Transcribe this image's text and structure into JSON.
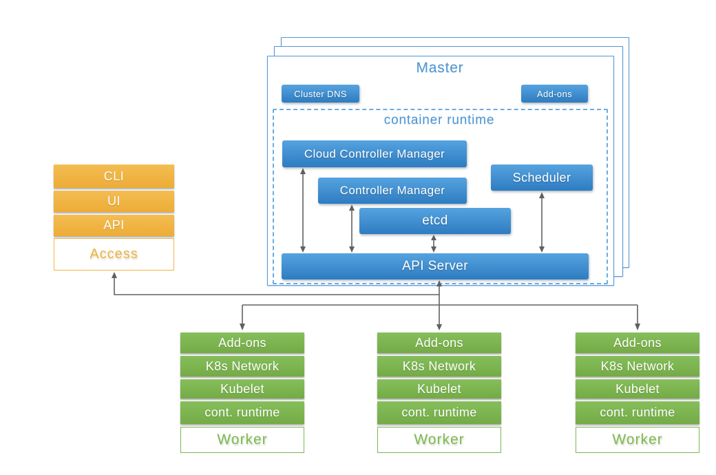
{
  "diagram": {
    "master": {
      "title": "Master",
      "cluster_dns_label": "Cluster DNS",
      "addons_label": "Add-ons",
      "container_runtime": {
        "title": "container runtime",
        "components": {
          "cloud_controller_manager": "Cloud Controller Manager",
          "controller_manager": "Controller Manager",
          "scheduler": "Scheduler",
          "etcd": "etcd",
          "api_server": "API Server"
        }
      }
    },
    "access_stack": {
      "rows": [
        "CLI",
        "UI",
        "API"
      ],
      "label": "Access"
    },
    "workers": [
      {
        "rows": [
          "Add-ons",
          "K8s Network",
          "Kubelet",
          "cont. runtime"
        ],
        "label": "Worker"
      },
      {
        "rows": [
          "Add-ons",
          "K8s Network",
          "Kubelet",
          "cont. runtime"
        ],
        "label": "Worker"
      },
      {
        "rows": [
          "Add-ons",
          "K8s Network",
          "Kubelet",
          "cont. runtime"
        ],
        "label": "Worker"
      }
    ],
    "colors": {
      "blue_gradient_top": "#55a3df",
      "blue_gradient_bottom": "#2e7cc1",
      "blue_title_text": "#4e96d1",
      "dashed_border": "#6aabdf",
      "green_gradient_top": "#85be5b",
      "green_gradient_bottom": "#74ab46",
      "green_label_text": "#7fb950",
      "orange_gradient_top": "#f3bd52",
      "orange_gradient_bottom": "#edac36",
      "orange_label_text": "#efb344",
      "arrow_gray": "#606060"
    }
  }
}
